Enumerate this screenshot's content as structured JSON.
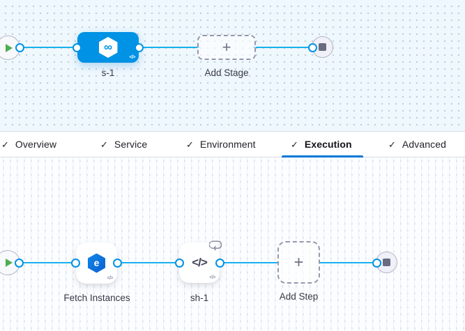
{
  "canvas_top": {
    "stage_node": {
      "label": "s-1",
      "type": "deployment-stage"
    },
    "add_stage": {
      "label": "Add Stage"
    }
  },
  "tabs": {
    "active": "Execution",
    "items": [
      {
        "label": "Overview",
        "checked": true
      },
      {
        "label": "Service",
        "checked": true
      },
      {
        "label": "Environment",
        "checked": true
      },
      {
        "label": "Execution",
        "checked": true
      },
      {
        "label": "Advanced",
        "checked": true
      }
    ]
  },
  "canvas_bottom": {
    "steps": [
      {
        "label": "Fetch Instances"
      },
      {
        "label": "sh-1",
        "has_loop_strategy": true
      }
    ],
    "add_step": {
      "label": "Add Step"
    }
  },
  "glyphs": {
    "check": "✓",
    "plus": "+",
    "infinity": "∞",
    "code": "</>",
    "fetch_letter": "e"
  },
  "colors": {
    "stage_node_blue": "#0092e4",
    "connector_cyan": "#18b0ef",
    "active_tab_underline": "#0278d5",
    "play_green": "#4dae50",
    "stop_gray": "#696b80",
    "canvas_top_bg": "#eef8fd",
    "canvas_bottom_bg": "#fcfdff"
  }
}
